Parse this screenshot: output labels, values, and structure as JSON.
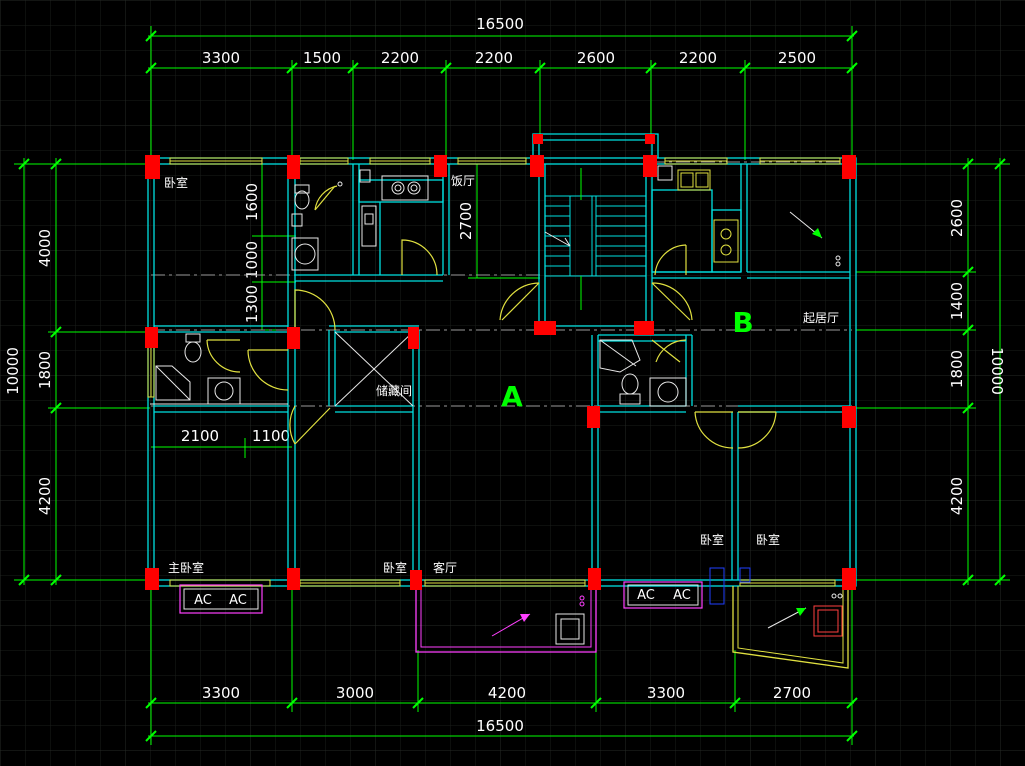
{
  "colors": {
    "background": "#000000",
    "grid": "#1a1e1a",
    "grid_major": "#262a26",
    "dimension": "#00ff00",
    "wall": "#00e0e0",
    "window": "#e0e040",
    "column": "#ff0000",
    "fixture": "#e8e8e8",
    "door": "#e0e040",
    "balcony": "#ff40ff",
    "axis_label": "#00ff00",
    "room_label": "#ffffff",
    "ac_label": "#ffffff"
  },
  "dimensions": {
    "top_total": "16500",
    "top_segments": [
      "3300",
      "1500",
      "2200",
      "2200",
      "2600",
      "2200",
      "2500"
    ],
    "bottom_total": "16500",
    "bottom_segments": [
      "3300",
      "3000",
      "4200",
      "3300",
      "2700"
    ],
    "left_total": "10000",
    "left_segments": [
      "4000",
      "1800",
      "4200"
    ],
    "left_inner": [
      "1600",
      "1000",
      "1300"
    ],
    "right_total": "10000",
    "right_segments": [
      "2600",
      "1400",
      "1800",
      "4200"
    ],
    "interior_2700": "2700",
    "interior_2100": "2100",
    "interior_1100": "1100"
  },
  "rooms": {
    "bedroom_tl": "卧室",
    "dining": "饭厅",
    "storage": "储藏间",
    "living_b": "起居厅",
    "master_bedroom": "主卧室",
    "bedroom_bm": "卧室",
    "living_a": "客厅",
    "bedroom_br1": "卧室",
    "bedroom_br2": "卧室"
  },
  "axis_labels": {
    "a": "A",
    "b": "B"
  },
  "ac_units": [
    "AC",
    "AC",
    "AC",
    "AC"
  ]
}
